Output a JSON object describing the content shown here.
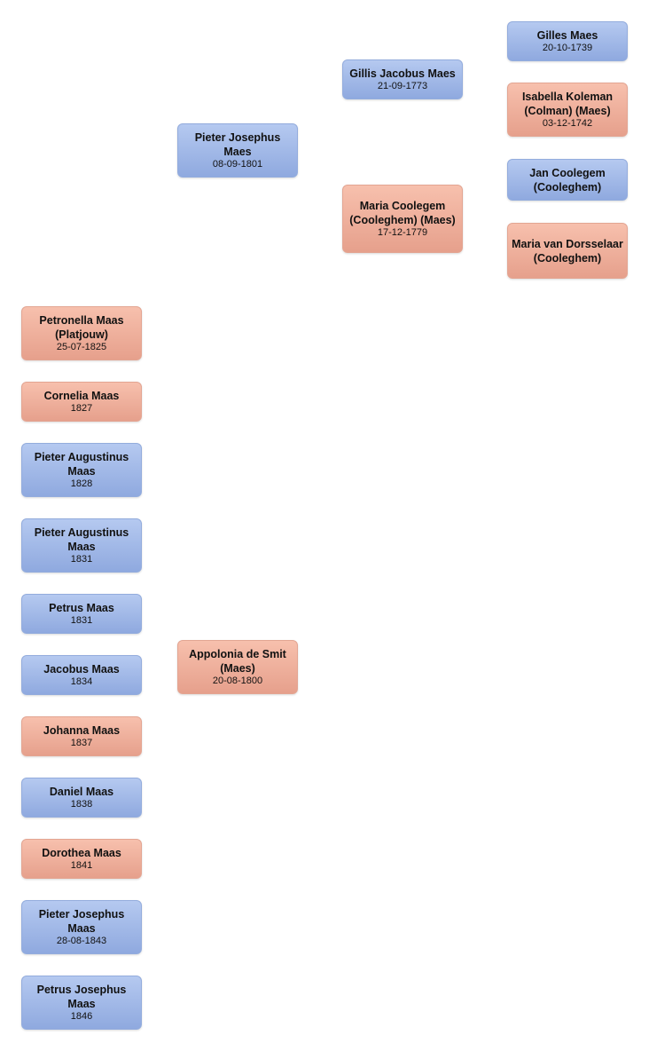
{
  "colors": {
    "male": "#a3baea",
    "female": "#f0b19e"
  },
  "people": [
    {
      "id": "gilles-maes",
      "name": "Gilles Maes",
      "date": "20-10-1739",
      "gender": "male"
    },
    {
      "id": "gillis-jacobus-maes",
      "name": "Gillis Jacobus Maes",
      "date": "21-09-1773",
      "gender": "male"
    },
    {
      "id": "isabella-koleman",
      "name": "Isabella Koleman (Colman) (Maes)",
      "date": "03-12-1742",
      "gender": "female"
    },
    {
      "id": "pieter-josephus-maes",
      "name": "Pieter Josephus Maes",
      "date": "08-09-1801",
      "gender": "male"
    },
    {
      "id": "jan-coolegem",
      "name": "Jan Coolegem (Cooleghem)",
      "date": "",
      "gender": "male"
    },
    {
      "id": "maria-coolegem",
      "name": "Maria Coolegem (Cooleghem) (Maes)",
      "date": "17-12-1779",
      "gender": "female"
    },
    {
      "id": "maria-van-dorsselaar",
      "name": "Maria van Dorsselaar (Cooleghem)",
      "date": "",
      "gender": "female"
    },
    {
      "id": "petronella-maas",
      "name": "Petronella Maas (Platjouw)",
      "date": "25-07-1825",
      "gender": "female"
    },
    {
      "id": "cornelia-maas",
      "name": "Cornelia Maas",
      "date": "1827",
      "gender": "female"
    },
    {
      "id": "pieter-augustinus-maas-1828",
      "name": "Pieter Augustinus Maas",
      "date": "1828",
      "gender": "male"
    },
    {
      "id": "pieter-augustinus-maas-1831",
      "name": "Pieter Augustinus Maas",
      "date": "1831",
      "gender": "male"
    },
    {
      "id": "petrus-maas",
      "name": "Petrus Maas",
      "date": "1831",
      "gender": "male"
    },
    {
      "id": "jacobus-maas",
      "name": "Jacobus Maas",
      "date": "1834",
      "gender": "male"
    },
    {
      "id": "appolonia-de-smit",
      "name": "Appolonia de Smit (Maes)",
      "date": "20-08-1800",
      "gender": "female"
    },
    {
      "id": "johanna-maas",
      "name": "Johanna Maas",
      "date": "1837",
      "gender": "female"
    },
    {
      "id": "daniel-maas",
      "name": "Daniel Maas",
      "date": "1838",
      "gender": "male"
    },
    {
      "id": "dorothea-maas",
      "name": "Dorothea Maas",
      "date": "1841",
      "gender": "female"
    },
    {
      "id": "pieter-josephus-maas",
      "name": "Pieter Josephus Maas",
      "date": "28-08-1843",
      "gender": "male"
    },
    {
      "id": "petrus-josephus-maas",
      "name": "Petrus Josephus Maas",
      "date": "1846",
      "gender": "male"
    }
  ]
}
